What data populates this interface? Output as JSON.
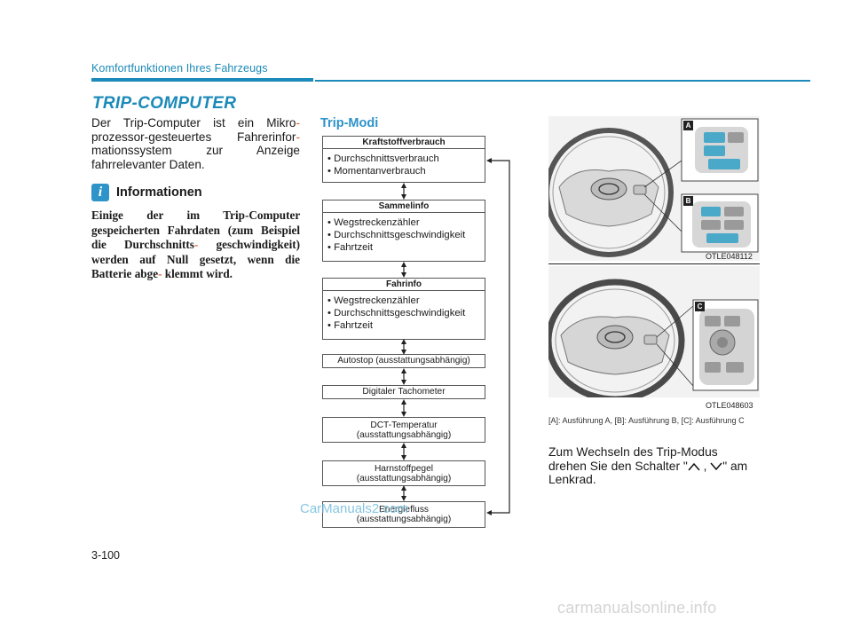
{
  "header": {
    "section": "Komfortfunktionen Ihres Fahrzeugs"
  },
  "title": "TRIP-COMPUTER",
  "intro": {
    "line1": "Der Trip-Computer ist ein Mikro-",
    "line2": "prozessor-gesteuertes Fahrerinfor-",
    "line3": "mationssystem zur Anzeige",
    "line4": "fahrrelevanter Daten."
  },
  "info": {
    "icon": "i",
    "title": "Informationen",
    "line1": "Einige der im Trip-Computer",
    "line2": "gespeicherten Fahrdaten (zum",
    "line3": "Beispiel die Durchschnitts-",
    "line4": "geschwindigkeit) werden auf Null",
    "line5": "gesetzt, wenn die Batterie abge-",
    "line6": "klemmt wird."
  },
  "trip_modes": {
    "title": "Trip-Modi",
    "kraftstoff": {
      "head": "Kraftstoffverbrauch",
      "items": [
        "• Durchschnittsverbrauch",
        "• Momentanverbrauch"
      ]
    },
    "sammel": {
      "head": "Sammelinfo",
      "items": [
        "• Wegstreckenzähler",
        "• Durchschnittsgeschwindigkeit",
        "• Fahrtzeit"
      ]
    },
    "fahr": {
      "head": "Fahrinfo",
      "items": [
        "• Wegstreckenzähler",
        "• Durchschnittsgeschwindigkeit",
        "• Fahrtzeit"
      ]
    },
    "autostop": "Autostop (ausstattungsabhängig)",
    "tacho": "Digitaler Tachometer",
    "dct": {
      "line1": "DCT-Temperatur",
      "line2": "(ausstattungsabhängig)"
    },
    "harn": {
      "line1": "Harnstoffpegel",
      "line2": "(ausstattungsabhängig)"
    },
    "energie": {
      "line1": "Energiefluss",
      "line2": "(ausstattungsabhängig)"
    }
  },
  "photos": {
    "top_code": "OTLE048112",
    "bottom_code": "OTLE048603",
    "label_a": "A",
    "label_b": "B",
    "label_c": "C"
  },
  "caption": "[A]: Ausführung A, [B]: Ausführung B, [C]: Ausführung C",
  "instruction": {
    "part1": "Zum Wechseln des Trip-Modus",
    "part2": "drehen Sie den Schalter \"",
    "sep": " , ",
    "part3": "\" am",
    "part4": "Lenkrad."
  },
  "page_number": "3-100",
  "watermarks": {
    "left": "CarManuals2.com",
    "bottom": "carmanualsonline.info"
  },
  "colors": {
    "accent": "#1b8ab8",
    "info_icon": "#2d93c9",
    "hyphen": "#e05a28"
  }
}
